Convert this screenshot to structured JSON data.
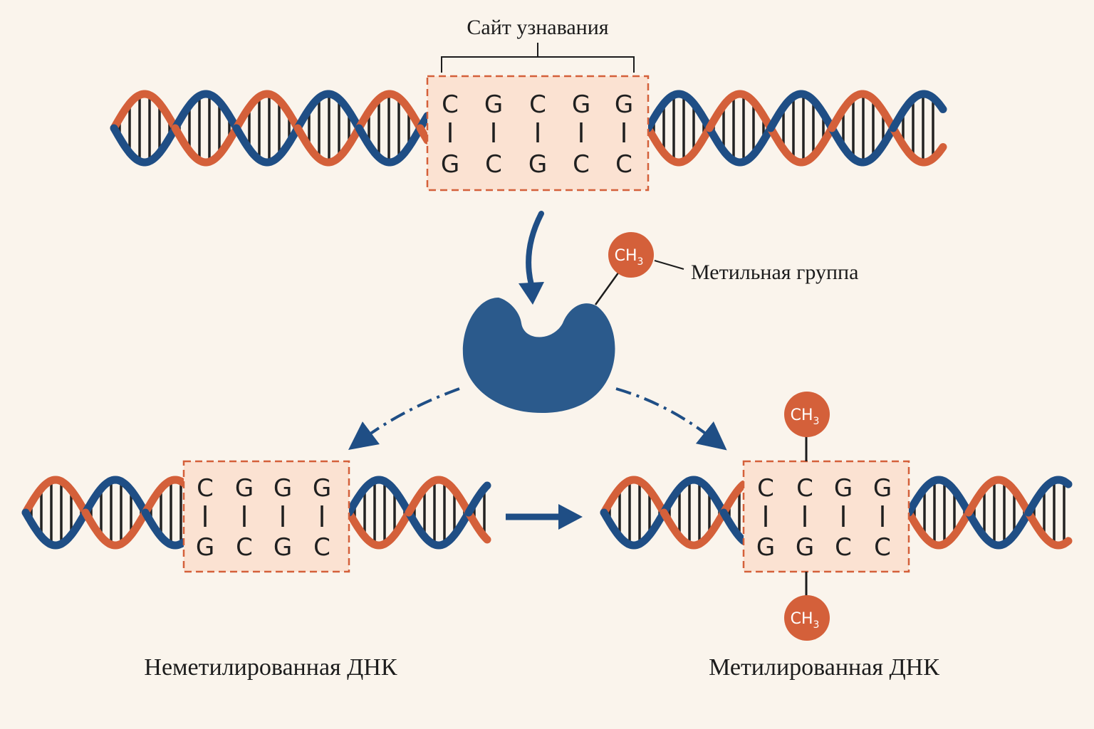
{
  "colors": {
    "background": "#faf4ec",
    "strand_blue": "#1f4e85",
    "strand_orange": "#d4603a",
    "site_box_fill": "#fbe2d2",
    "site_box_border": "#d4603a",
    "enzyme": "#2b5a8c",
    "methyl": "#d4603a",
    "rungs": "#222222"
  },
  "labels": {
    "recognition_site": "Сайт узнавания",
    "methyl_group": "Метильная группа",
    "unmethylated": "Неметилированная ДНК",
    "methylated": "Метилированная ДНК"
  },
  "methyl": {
    "main": "CH",
    "sub": "3"
  },
  "top_site": {
    "top": [
      "C",
      "G",
      "C",
      "G",
      "G"
    ],
    "bottom": [
      "G",
      "C",
      "G",
      "C",
      "C"
    ]
  },
  "left_site": {
    "top": [
      "C",
      "G",
      "G",
      "G"
    ],
    "bottom": [
      "G",
      "C",
      "G",
      "C"
    ]
  },
  "right_site": {
    "top": [
      "C",
      "C",
      "G",
      "G"
    ],
    "bottom": [
      "G",
      "G",
      "C",
      "C"
    ]
  }
}
